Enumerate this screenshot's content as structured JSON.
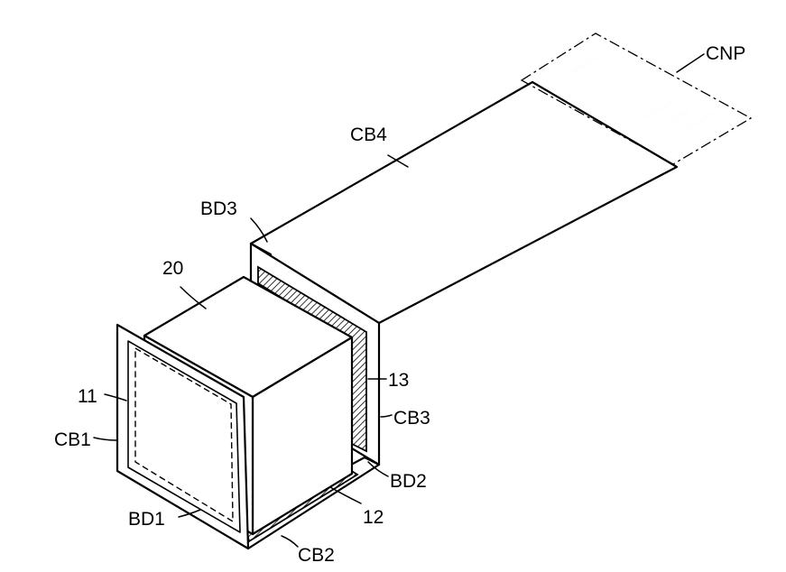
{
  "labels": {
    "cnp": "CNP",
    "cb4": "CB4",
    "bd3": "BD3",
    "ref20": "20",
    "ref13": "13",
    "cb3": "CB3",
    "ref11": "11",
    "cb1": "CB1",
    "bd2": "BD2",
    "ref12": "12",
    "bd1": "BD1",
    "cb2": "CB2"
  },
  "colors": {
    "line": "#000000",
    "background": "#ffffff"
  }
}
